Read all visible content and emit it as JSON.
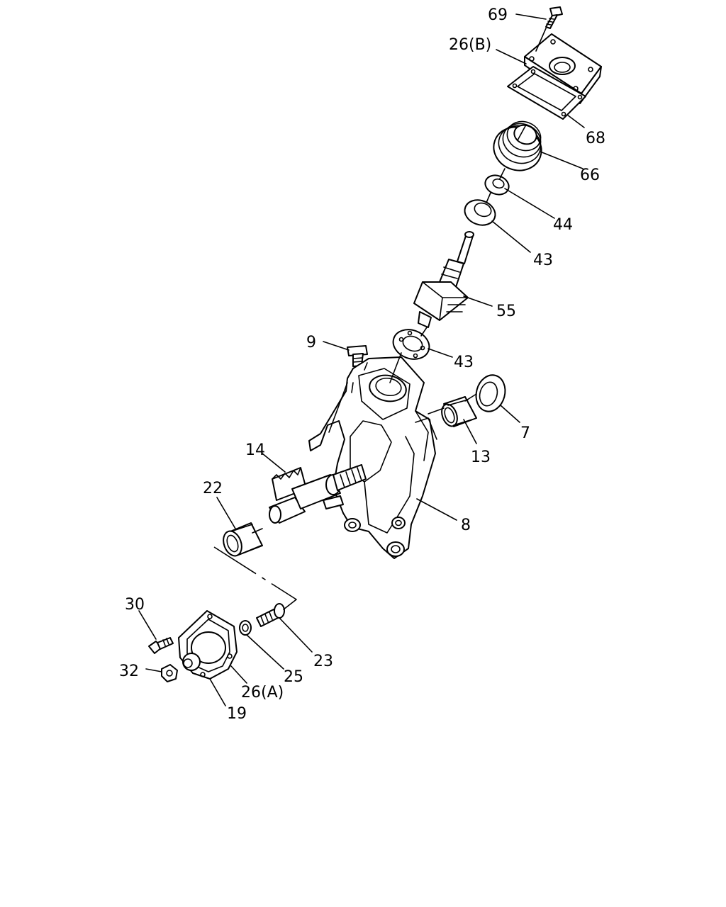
{
  "callouts": {
    "c69": "69",
    "c26b": "26(B)",
    "c68": "68",
    "c66": "66",
    "c44": "44",
    "c43a": "43",
    "c55": "55",
    "c9": "9",
    "c43b": "43",
    "c7": "7",
    "c13": "13",
    "c14": "14",
    "c22": "22",
    "c8": "8",
    "c30": "30",
    "c23": "23",
    "c25": "25",
    "c32": "32",
    "c26a": "26(A)",
    "c19": "19"
  }
}
